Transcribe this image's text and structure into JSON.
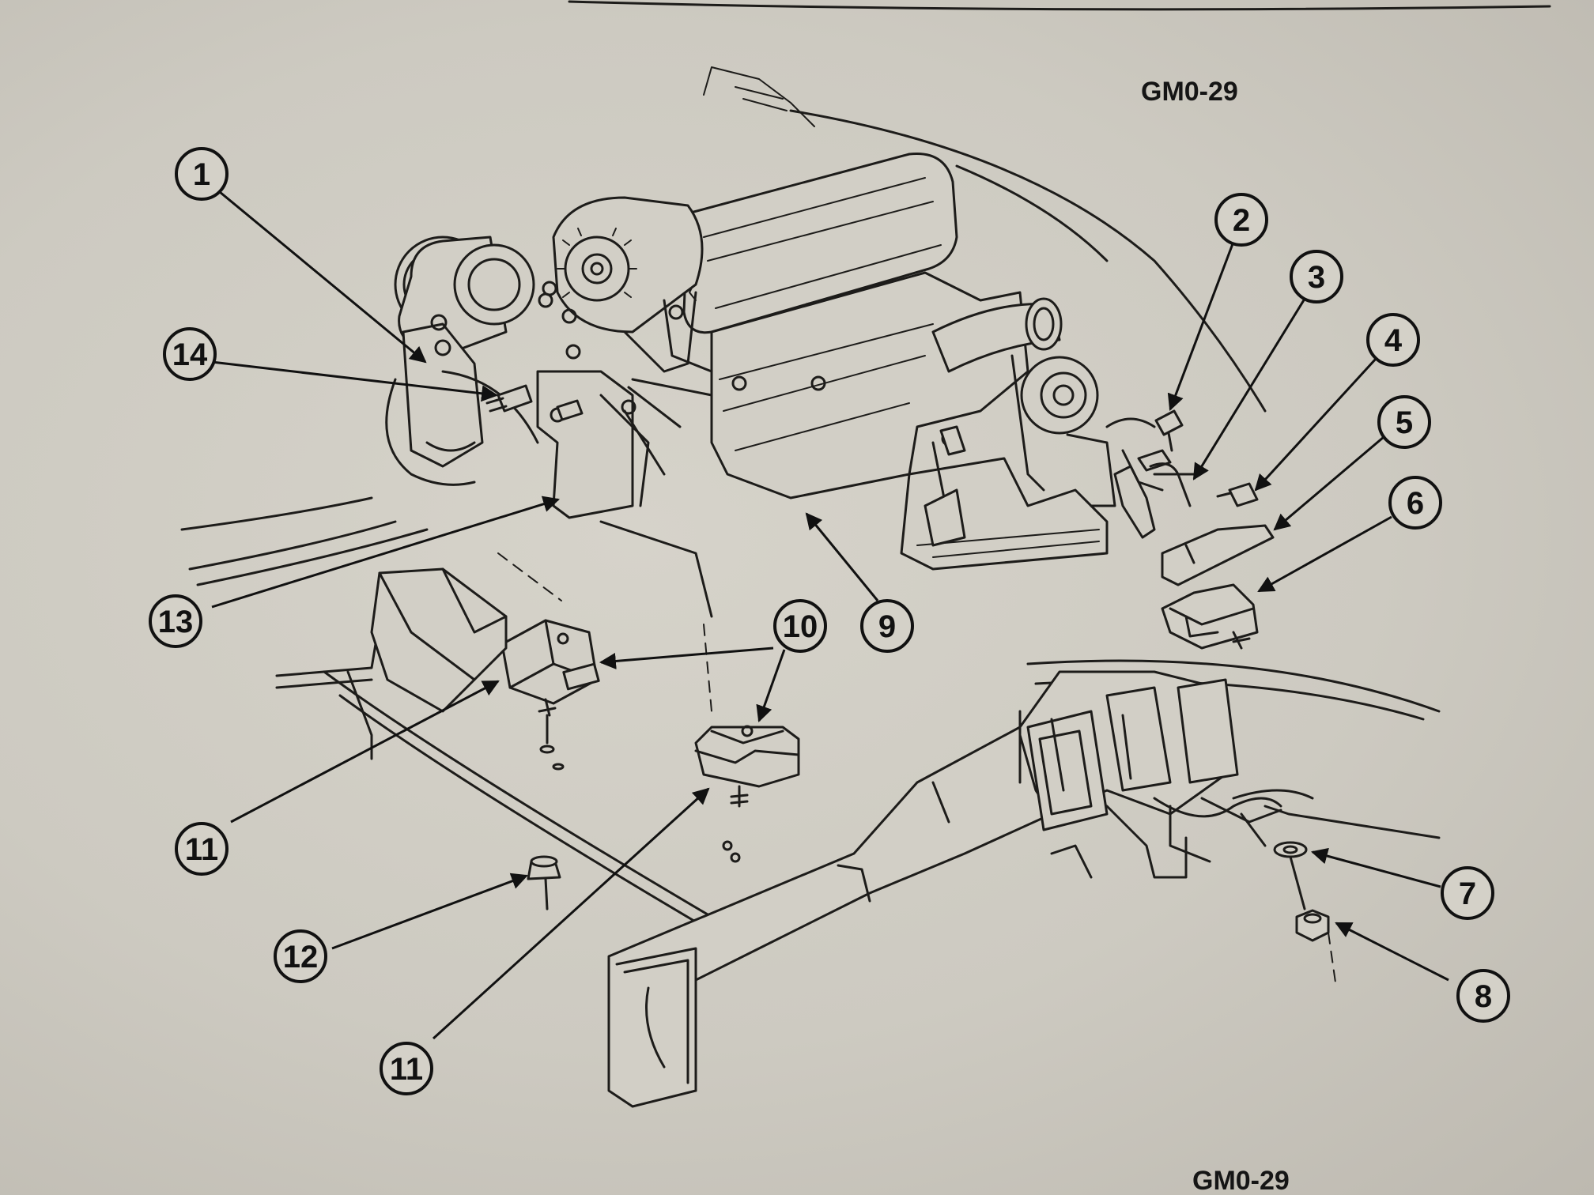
{
  "figure": {
    "code_top": "GM0-29",
    "code_bottom": "GM0-29"
  },
  "callouts": [
    {
      "id": "1",
      "label": "1"
    },
    {
      "id": "2",
      "label": "2"
    },
    {
      "id": "3",
      "label": "3"
    },
    {
      "id": "4",
      "label": "4"
    },
    {
      "id": "5",
      "label": "5"
    },
    {
      "id": "6",
      "label": "6"
    },
    {
      "id": "7",
      "label": "7"
    },
    {
      "id": "8",
      "label": "8"
    },
    {
      "id": "9",
      "label": "9"
    },
    {
      "id": "10",
      "label": "10"
    },
    {
      "id": "11a",
      "label": "11"
    },
    {
      "id": "11b",
      "label": "11"
    },
    {
      "id": "12",
      "label": "12"
    },
    {
      "id": "13",
      "label": "13"
    },
    {
      "id": "14",
      "label": "14"
    }
  ]
}
